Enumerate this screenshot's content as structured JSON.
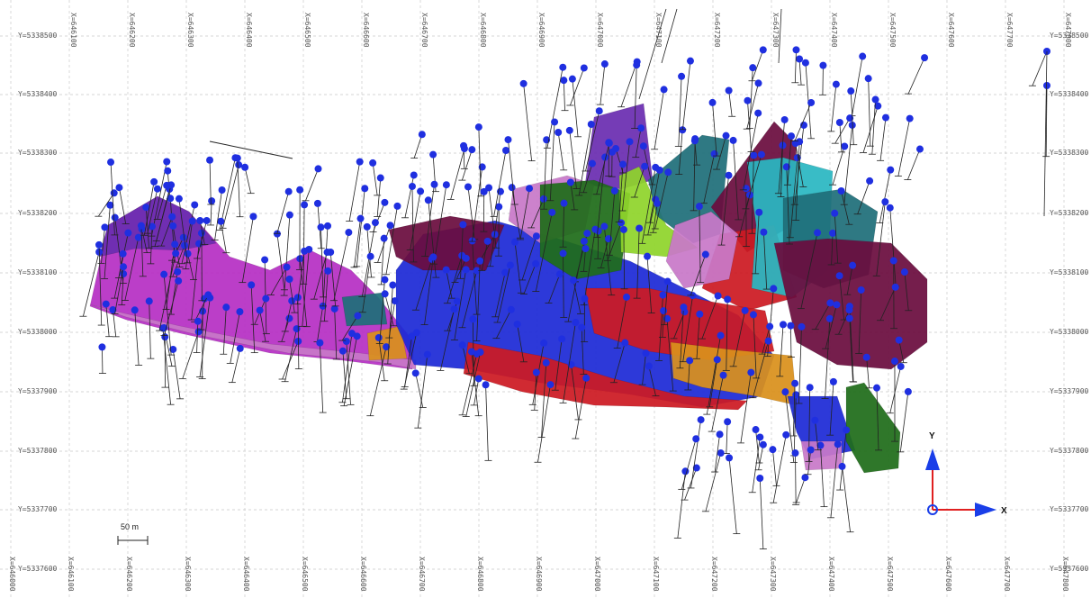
{
  "view": {
    "background": "#ffffff",
    "grid_color": "#c8c8c8",
    "collar_color": "#1f2fe0",
    "trace_color": "#222222"
  },
  "grid": {
    "y_labels": [
      "Y=5338500",
      "Y=5338400",
      "Y=5338300",
      "Y=5338200",
      "Y=5338100",
      "Y=5338000",
      "Y=5337900",
      "Y=5337800",
      "Y=5337700",
      "Y=5337600"
    ],
    "x_top_labels": [
      "X=646100",
      "X=646200",
      "X=646300",
      "X=646400",
      "X=646500",
      "X=646600",
      "X=646700",
      "X=646800",
      "X=646900",
      "X=647000",
      "X=647100",
      "X=647200",
      "X=647300",
      "X=647400",
      "X=647500",
      "X=647600",
      "X=647700",
      "X=647800"
    ],
    "x_bottom_labels": [
      "X=646000",
      "X=646100",
      "X=646200",
      "X=646300",
      "X=646400",
      "X=646500",
      "X=646600",
      "X=646700",
      "X=646800",
      "X=646900",
      "X=647000",
      "X=647100",
      "X=647200",
      "X=647300",
      "X=647400",
      "X=647500",
      "X=647600",
      "X=647700",
      "X=647800"
    ]
  },
  "scale_bar": {
    "label": "50 m"
  },
  "axes_gizmo": {
    "y_label": "Y",
    "x_label": "X",
    "y_color": "#1a3ee8",
    "x_color": "#1a3ee8",
    "stem_color": "#e02020"
  },
  "solids": [
    {
      "name": "magenta-west",
      "color": "#b62fc4"
    },
    {
      "name": "purple-west",
      "color": "#6a2db0"
    },
    {
      "name": "blue-core",
      "color": "#1d2ad6"
    },
    {
      "name": "maroon",
      "color": "#6a0d3e"
    },
    {
      "name": "red",
      "color": "#cc1a22"
    },
    {
      "name": "cyan",
      "color": "#2ab7c2"
    },
    {
      "name": "lime",
      "color": "#8fd42b"
    },
    {
      "name": "teal",
      "color": "#1f6f7a"
    },
    {
      "name": "orange",
      "color": "#d9901c"
    },
    {
      "name": "green",
      "color": "#1f6d1a"
    },
    {
      "name": "pink",
      "color": "#c878c8"
    }
  ]
}
